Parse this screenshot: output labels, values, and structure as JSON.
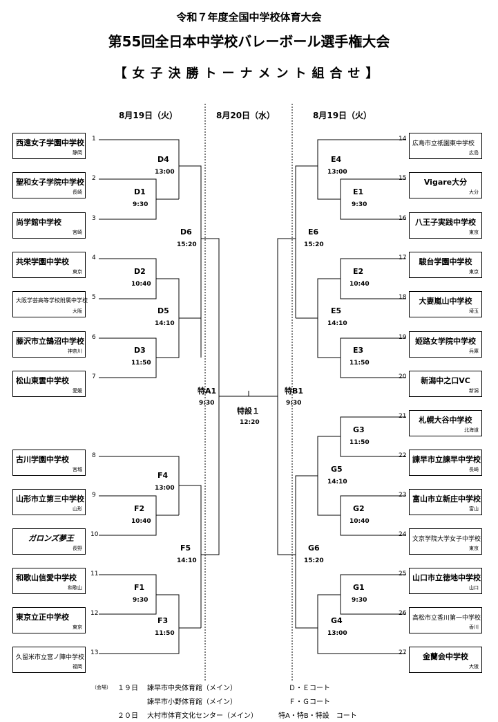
{
  "header": {
    "line1": "令和７年度全国中学校体育大会",
    "line2": "第55回全日本中学校バレーボール選手権大会",
    "line3": "【女子決勝トーナメント組合せ】"
  },
  "dates": {
    "left": "8月19日（火）",
    "center": "8月20日（水）",
    "right": "8月19日（火）"
  },
  "teams": [
    {
      "no": "1",
      "name": "西遠女子学園中学校",
      "pref": "静岡"
    },
    {
      "no": "2",
      "name": "聖和女子学院中学校",
      "pref": "長崎"
    },
    {
      "no": "3",
      "name": "尚学館中学校",
      "pref": "宮崎"
    },
    {
      "no": "4",
      "name": "共栄学園中学校",
      "pref": "東京"
    },
    {
      "no": "5",
      "name": "大阪学芸高等学校附属中学校",
      "pref": "大阪"
    },
    {
      "no": "6",
      "name": "藤沢市立鵠沼中学校",
      "pref": "神奈川"
    },
    {
      "no": "7",
      "name": "松山東雲中学校",
      "pref": "愛媛"
    },
    {
      "no": "8",
      "name": "古川学園中学校",
      "pref": "宮城"
    },
    {
      "no": "9",
      "name": "山形市立第三中学校",
      "pref": "山形"
    },
    {
      "no": "10",
      "name": "ガロンズ夢王",
      "pref": "長野"
    },
    {
      "no": "11",
      "name": "和歌山信愛中学校",
      "pref": "和歌山"
    },
    {
      "no": "12",
      "name": "東京立正中学校",
      "pref": "東京"
    },
    {
      "no": "13",
      "name": "久留米市立宮ノ陣中学校",
      "pref": "福岡"
    },
    {
      "no": "14",
      "name": "広島市立祇園東中学校",
      "pref": "広島"
    },
    {
      "no": "15",
      "name": "Vigare大分",
      "pref": "大分"
    },
    {
      "no": "16",
      "name": "八王子実践中学校",
      "pref": "東京"
    },
    {
      "no": "17",
      "name": "駿台学園中学校",
      "pref": "東京"
    },
    {
      "no": "18",
      "name": "大妻嵐山中学校",
      "pref": "埼玉"
    },
    {
      "no": "19",
      "name": "姫路女学院中学校",
      "pref": "兵庫"
    },
    {
      "no": "20",
      "name": "新潟中之口VC",
      "pref": "新潟"
    },
    {
      "no": "21",
      "name": "札幌大谷中学校",
      "pref": "北海道"
    },
    {
      "no": "22",
      "name": "諫早市立諫早中学校",
      "pref": "長崎"
    },
    {
      "no": "23",
      "name": "富山市立新庄中学校",
      "pref": "富山"
    },
    {
      "no": "24",
      "name": "文京学院大学女子中学校",
      "pref": "東京"
    },
    {
      "no": "25",
      "name": "山口市立徳地中学校",
      "pref": "山口"
    },
    {
      "no": "26",
      "name": "高松市立香川第一中学校",
      "pref": "香川"
    },
    {
      "no": "27",
      "name": "金蘭会中学校",
      "pref": "大阪"
    }
  ],
  "matches": [
    {
      "label": "D4",
      "time": "13:00"
    },
    {
      "label": "D1",
      "time": "9:30"
    },
    {
      "label": "D6",
      "time": "15:20"
    },
    {
      "label": "D2",
      "time": "10:40"
    },
    {
      "label": "D5",
      "time": "14:10"
    },
    {
      "label": "D3",
      "time": "11:50"
    },
    {
      "label": "F4",
      "time": "13:00"
    },
    {
      "label": "F2",
      "time": "10:40"
    },
    {
      "label": "F5",
      "time": "14:10"
    },
    {
      "label": "F1",
      "time": "9:30"
    },
    {
      "label": "F3",
      "time": "11:50"
    },
    {
      "label": "E4",
      "time": "13:00"
    },
    {
      "label": "E1",
      "time": "9:30"
    },
    {
      "label": "E6",
      "time": "15:20"
    },
    {
      "label": "E2",
      "time": "10:40"
    },
    {
      "label": "E5",
      "time": "14:10"
    },
    {
      "label": "E3",
      "time": "11:50"
    },
    {
      "label": "G3",
      "time": "11:50"
    },
    {
      "label": "G5",
      "time": "14:10"
    },
    {
      "label": "G2",
      "time": "10:40"
    },
    {
      "label": "G6",
      "time": "15:20"
    },
    {
      "label": "G1",
      "time": "9:30"
    },
    {
      "label": "G4",
      "time": "13:00"
    },
    {
      "label": "特A1",
      "time": "9:30"
    },
    {
      "label": "特B1",
      "time": "9:30"
    },
    {
      "label": "特設１",
      "time": "12:20"
    }
  ],
  "footer": {
    "venue_tag": "（会場）",
    "d19": "１９日",
    "venue1": "諫早市中央体育館（メイン）",
    "court1": "Ｄ・Ｅコート",
    "venue2": "諫早市小野体育館（メイン）",
    "court2": "Ｆ・Ｇコート",
    "d20": "２０日",
    "venue3": "大村市体育文化センター（メイン）",
    "court3": "特A・特B・特設　コート"
  }
}
